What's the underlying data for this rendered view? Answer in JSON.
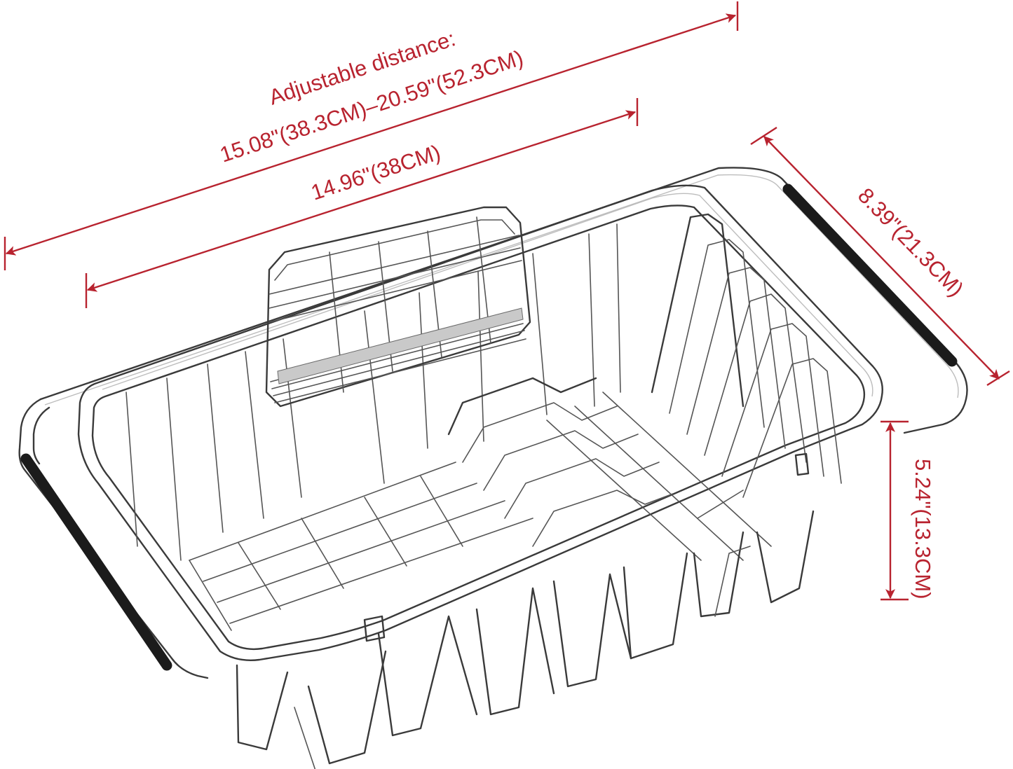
{
  "image": {
    "product": "adjustable over-sink dish drying rack with utensil holder",
    "colors": {
      "dimension": "#b8232f",
      "wire": "#3a3a3a",
      "grip": "#1b1b1b",
      "background": "#ffffff"
    }
  },
  "dimensions": {
    "adjustable": {
      "line1": "Adjustable distance:",
      "line2": "15.08\"(38.3CM)–20.59\"(52.3CM)"
    },
    "length": "14.96\"(38CM)",
    "width": "8.39\"(21.3CM)",
    "height": "5.24\"(13.3CM)"
  }
}
